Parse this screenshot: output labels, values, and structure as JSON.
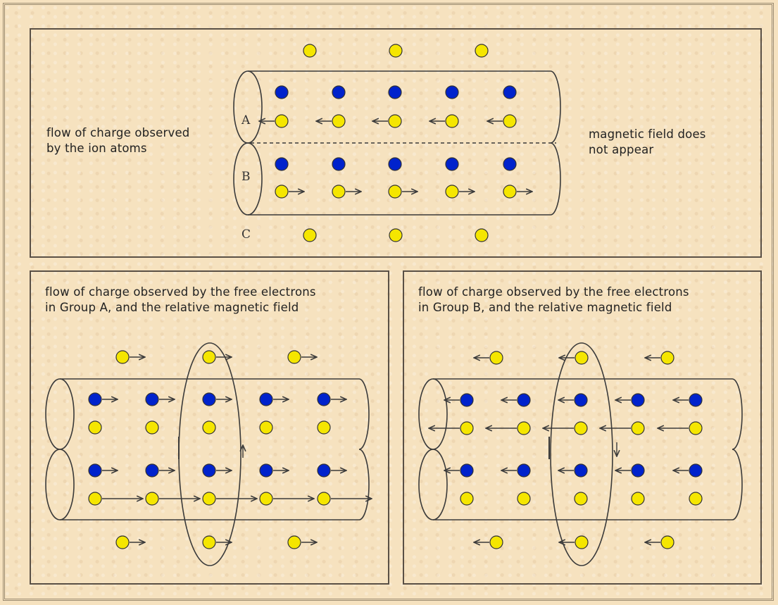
{
  "top_panel": {
    "left_caption": [
      "flow of charge observed",
      "by the ion atoms"
    ],
    "right_caption": [
      "magnetic field does",
      "not appear"
    ],
    "group_labels": {
      "a": "A",
      "b": "B",
      "c": "C"
    }
  },
  "panel_a": {
    "caption": [
      "flow of charge observed by the free electrons",
      "in Group A, and the relative magnetic field"
    ]
  },
  "panel_b": {
    "caption": [
      "flow of charge observed by the free electrons",
      "in Group B, and the relative magnetic field"
    ]
  },
  "colors": {
    "ion": "#0022cc",
    "electron": "#f5e600",
    "outline": "#3a3a3a",
    "background": "#f6e2bf"
  },
  "legend_semantics": {
    "blue_dot": "ion-atom",
    "yellow_dot": "free-electron"
  }
}
